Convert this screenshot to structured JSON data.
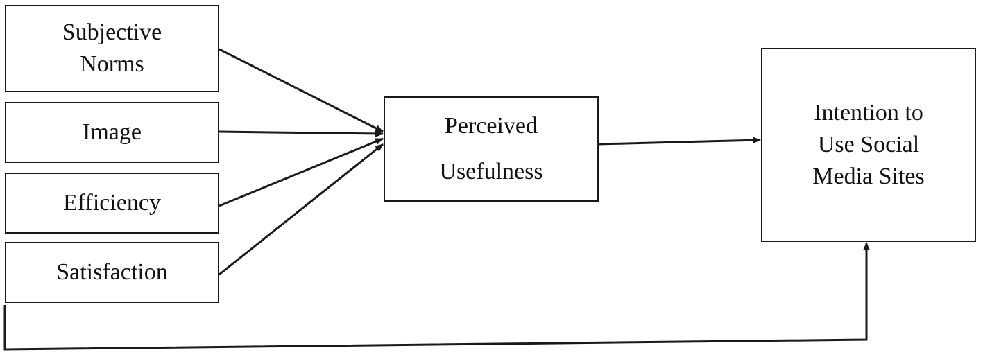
{
  "nodes": {
    "subjective_norms": "Subjective\nNorms",
    "image": "Image",
    "efficiency": "Efficiency",
    "satisfaction": "Satisfaction",
    "perceived_usefulness": "Perceived\nUsefulness",
    "intention": "Intention to\nUse Social\nMedia Sites"
  },
  "edges": [
    {
      "from": "subjective_norms",
      "to": "perceived_usefulness"
    },
    {
      "from": "image",
      "to": "perceived_usefulness"
    },
    {
      "from": "efficiency",
      "to": "perceived_usefulness"
    },
    {
      "from": "satisfaction",
      "to": "perceived_usefulness"
    },
    {
      "from": "perceived_usefulness",
      "to": "intention"
    },
    {
      "from": "left_inputs",
      "to": "intention"
    }
  ],
  "colors": {
    "line": "#1a1a1a",
    "background": "#ffffff"
  }
}
